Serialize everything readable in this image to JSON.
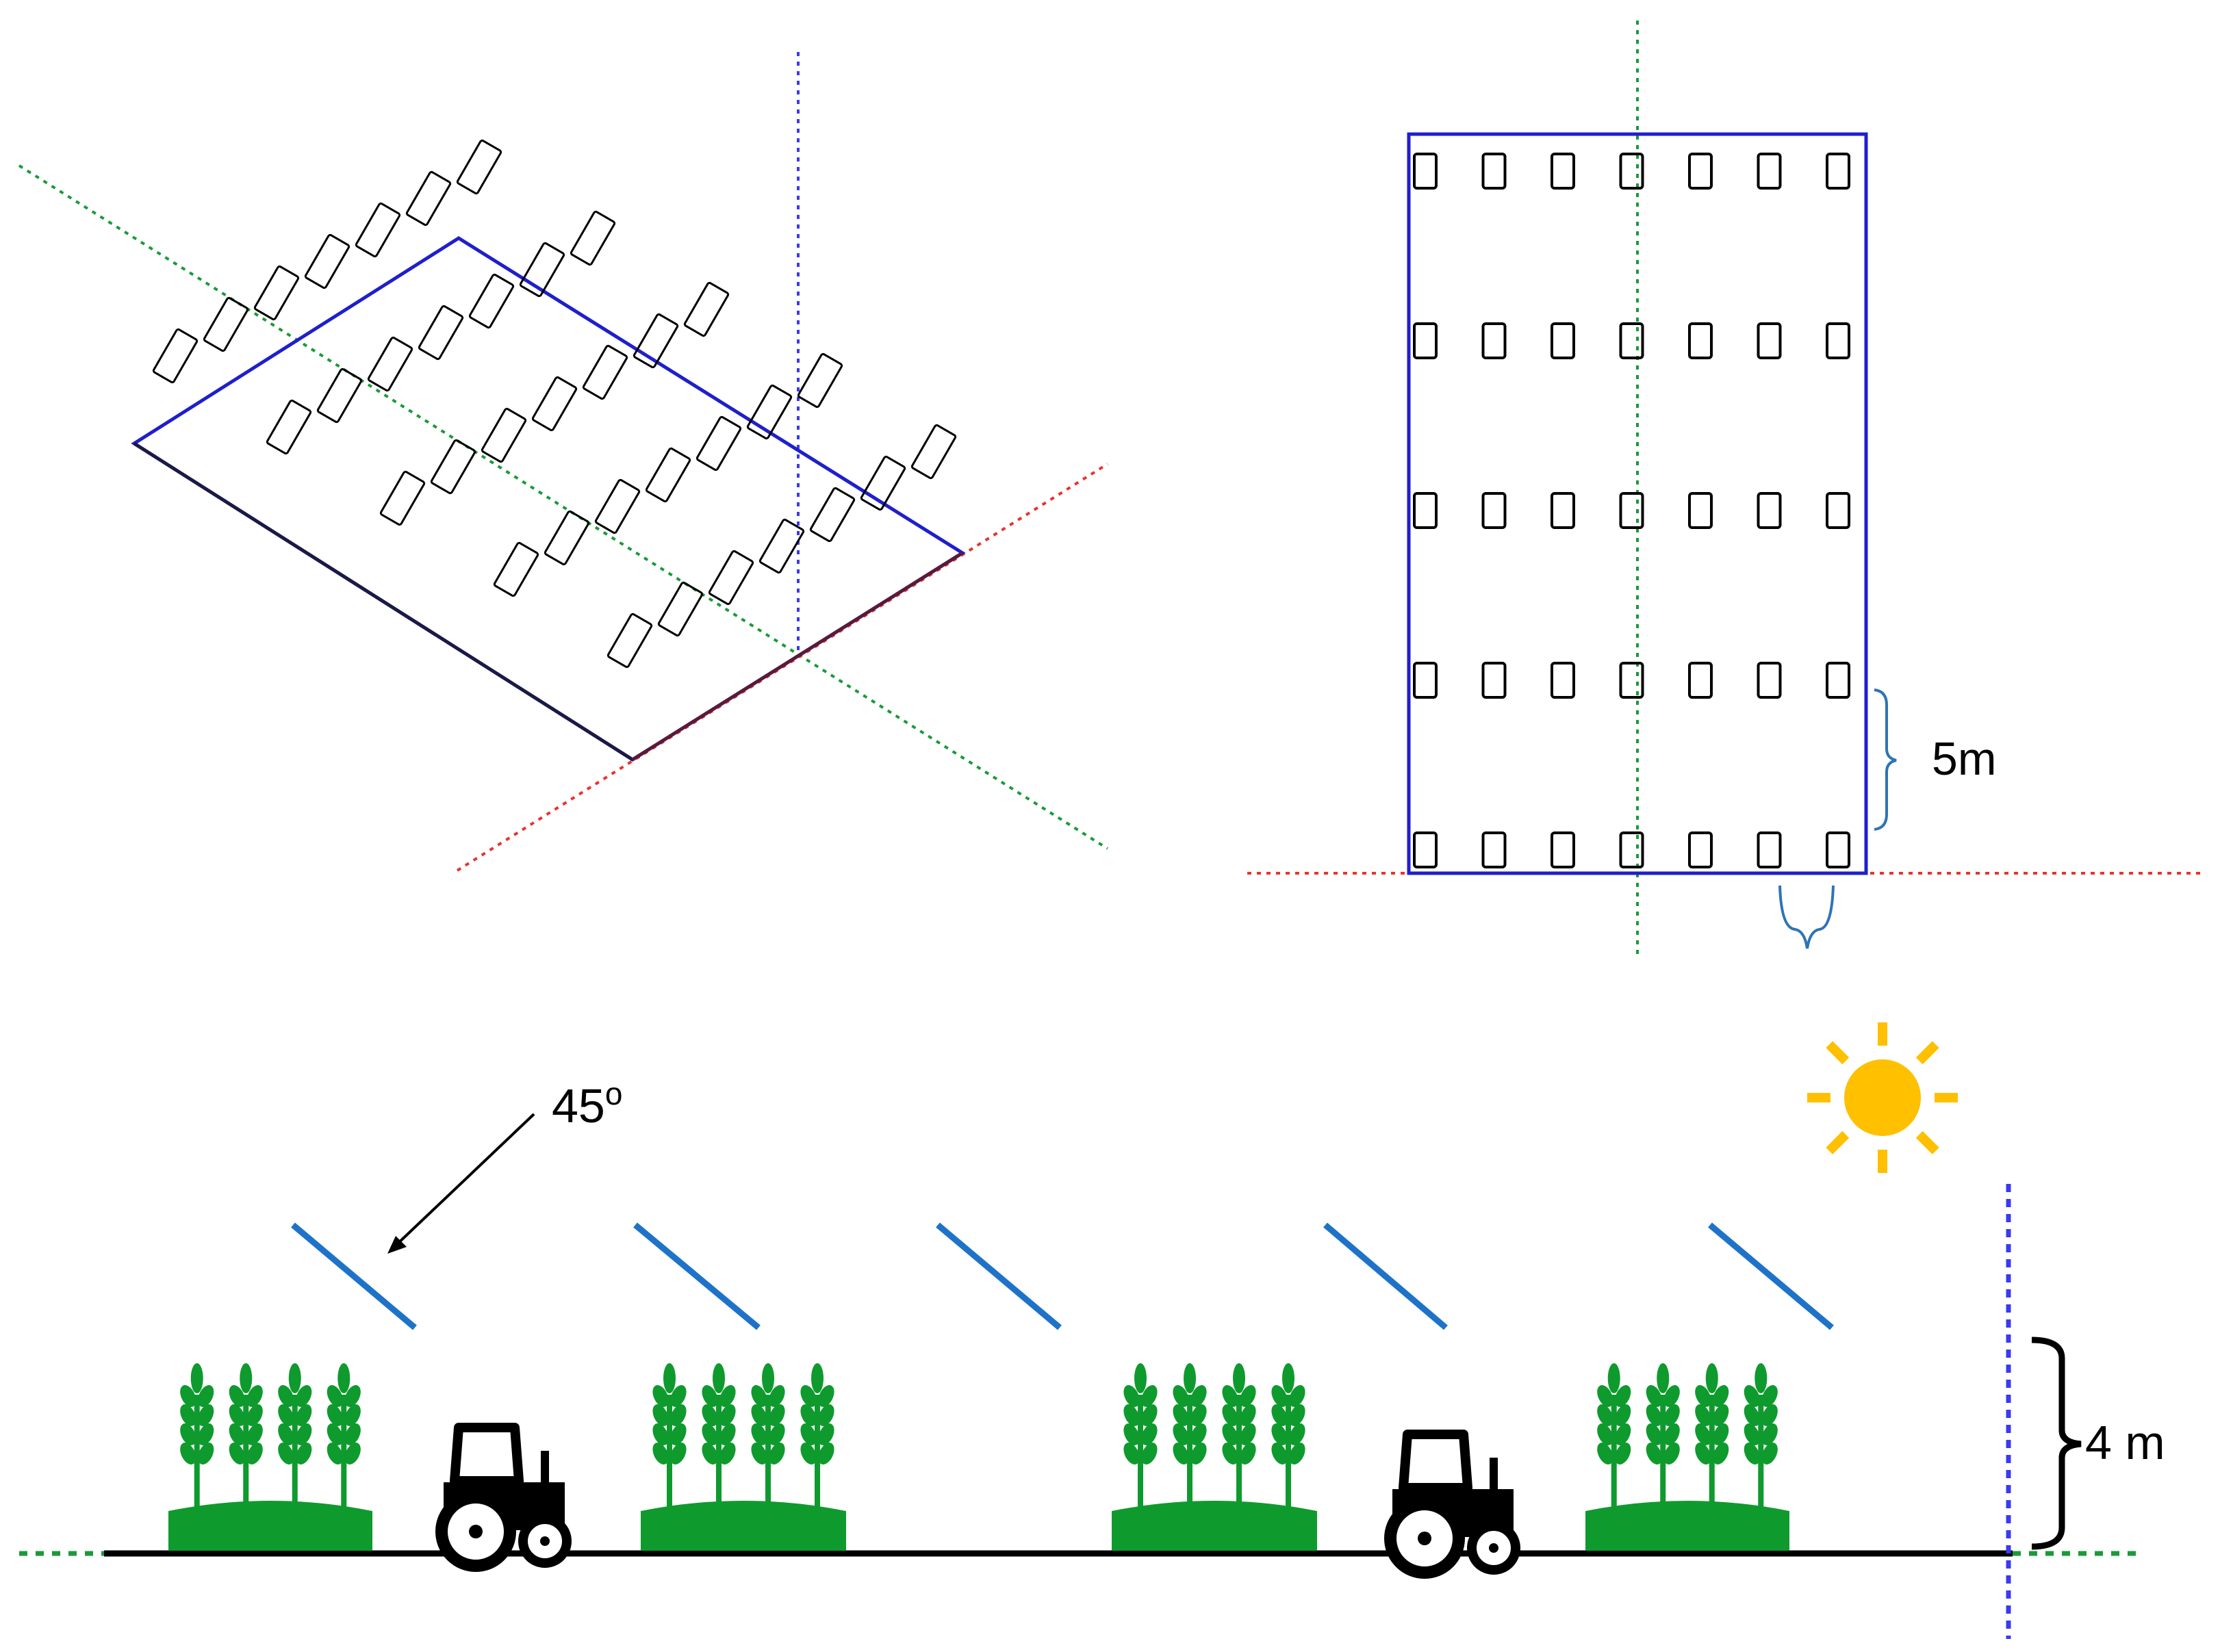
{
  "labels": {
    "spacing_5m": "5m",
    "tilt_angle_value": "45",
    "tilt_angle_unit": "o",
    "height": "4 m"
  },
  "colors": {
    "field_outline": "#1f1fcc",
    "panel_outline": "#000000",
    "axis_x": "#e8342a",
    "axis_y": "#1a9a3a",
    "axis_z": "#3a3aee",
    "panel_side": "#1e73c8",
    "crop_green": "#0f9a2e",
    "sun": "#ffc000",
    "ground": "#000000",
    "brace": "#2e74b5"
  },
  "icons": [
    "sun-icon",
    "tractor-icon",
    "wheat-crop-icon"
  ],
  "layout_grid": {
    "rows": 5,
    "columns": 7
  }
}
